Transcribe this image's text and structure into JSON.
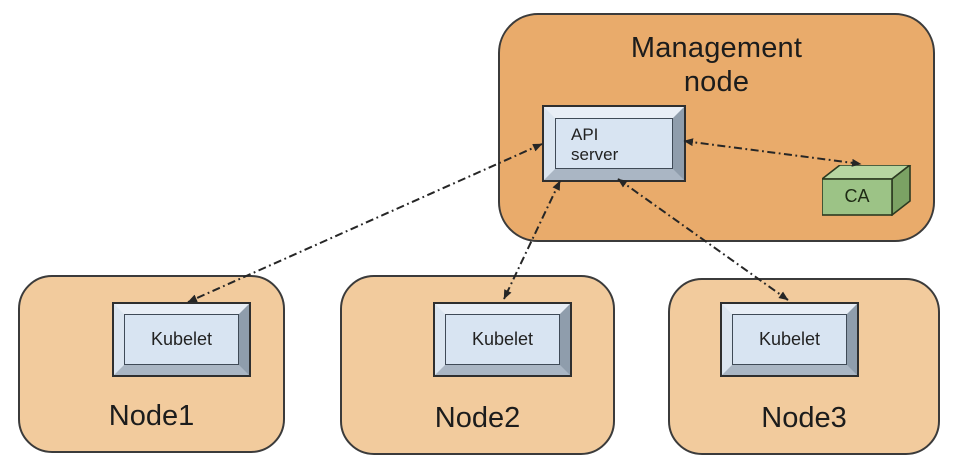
{
  "management_node": {
    "label": "Management\nnode"
  },
  "api_server": {
    "label": "API\nserver"
  },
  "ca": {
    "label": "CA"
  },
  "nodes": [
    {
      "label": "Node1",
      "component": "Kubelet"
    },
    {
      "label": "Node2",
      "component": "Kubelet"
    },
    {
      "label": "Node3",
      "component": "Kubelet"
    }
  ],
  "connections": [
    {
      "from": "kubelet-node1",
      "to": "api-server",
      "style": "dash-dot",
      "bidirectional": true
    },
    {
      "from": "kubelet-node2",
      "to": "api-server",
      "style": "dash-dot",
      "bidirectional": true
    },
    {
      "from": "kubelet-node3",
      "to": "api-server",
      "style": "dash-dot",
      "bidirectional": true
    },
    {
      "from": "api-server",
      "to": "ca",
      "style": "dash-dot",
      "bidirectional": true
    }
  ],
  "colors": {
    "management_fill": "#e9ab6b",
    "node_fill": "#f2cb9d",
    "plate_face": "#d8e4f2",
    "ca_front": "#9cc386",
    "ca_top": "#b7d6a1",
    "ca_side": "#7ba264",
    "outline": "#3b3b3b",
    "arrow": "#262626"
  }
}
